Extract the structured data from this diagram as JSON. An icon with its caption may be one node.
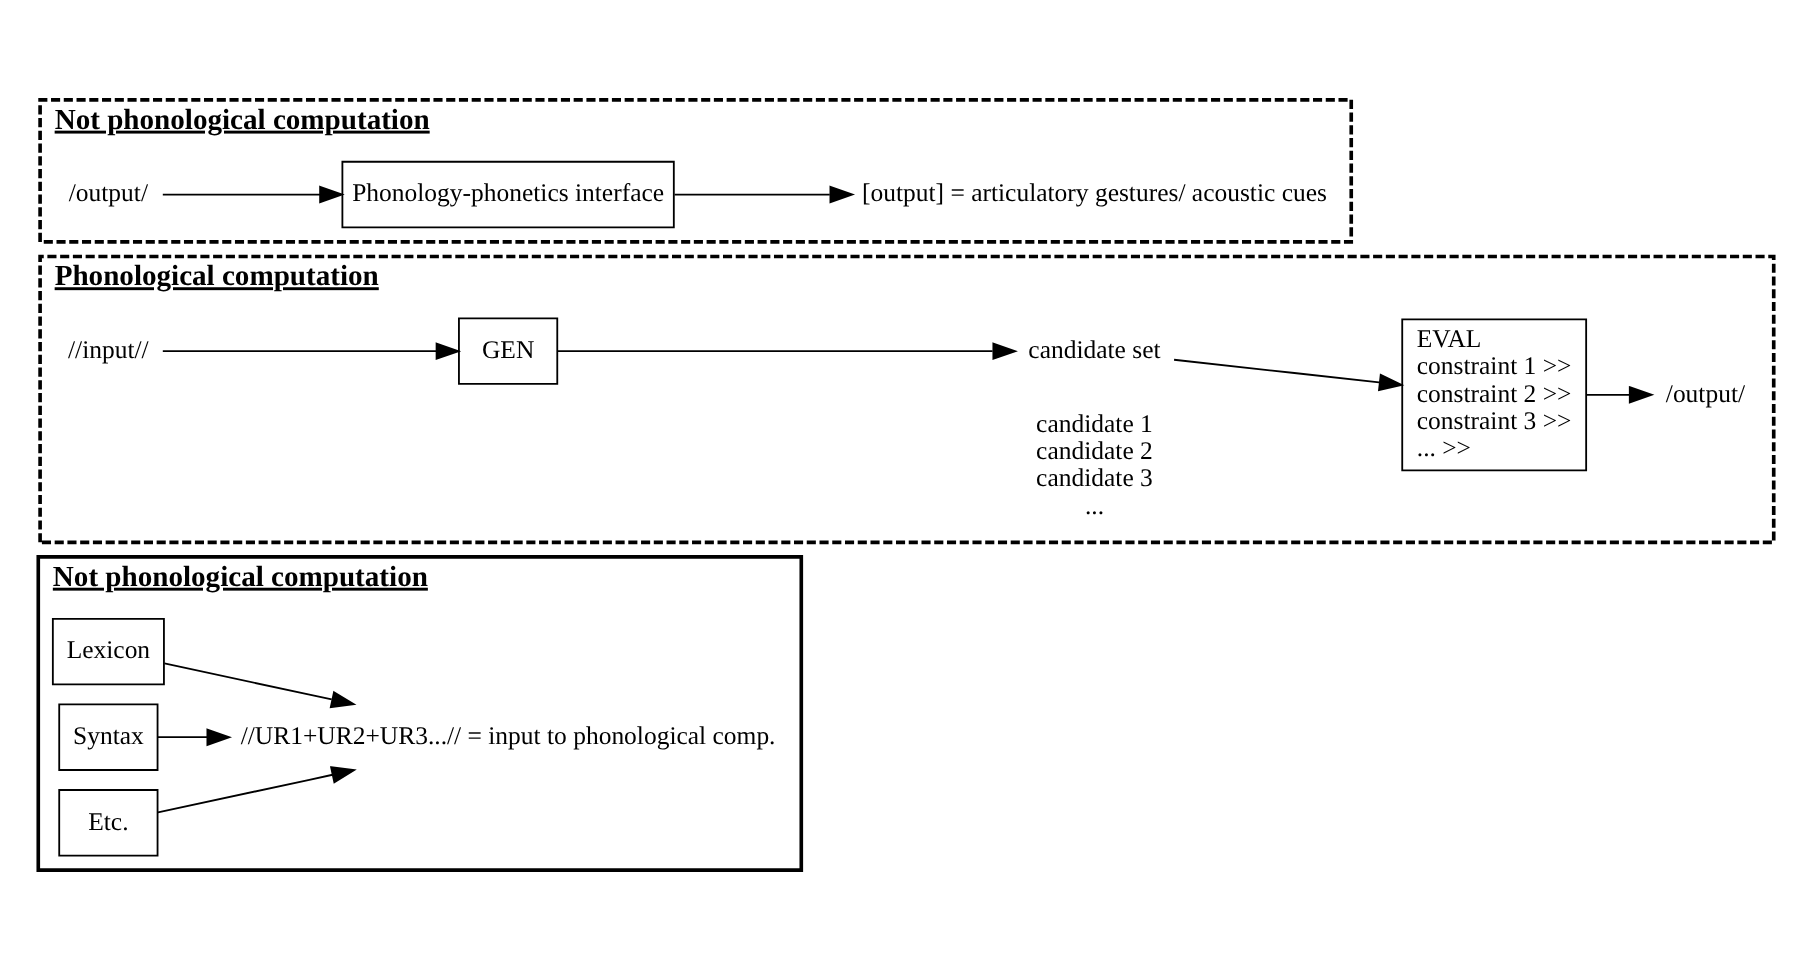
{
  "diagram": {
    "nodes": [
      {
        "text": [
          "Not phonological computation"
        ]
      },
      {
        "text": [
          "Lexicon"
        ],
        "in": 0
      },
      {
        "text": [
          "Syntax"
        ],
        "in": 0
      },
      {
        "text": [
          "Etc."
        ],
        "in": 0
      },
      {
        "text": [
          "//UR1+UR2+UR3...// = input to phonological comp."
        ],
        "in": 0
      },
      {
        "text": [
          "Phonological computation"
        ]
      },
      {
        "text": [
          "//input//"
        ],
        "in": 5
      },
      {
        "text": [
          "GEN"
        ],
        "in": 5
      },
      {
        "text": [
          "candidate set"
        ],
        "in": 5
      },
      {
        "text": [
          "EVAL",
          "constraint 1 >>",
          "constraint 2 >>",
          "constraint 3 >>",
          "... >>"
        ],
        "in": 5
      },
      {
        "text": [
          "/output/"
        ],
        "in": 5
      },
      {
        "text": [
          "Not phonological computation"
        ]
      },
      {
        "text": [
          "/output/"
        ],
        "in": 11
      },
      {
        "text": [
          "Phonology-phonetics interface"
        ],
        "in": 11
      },
      {
        "text": [
          "[output] = articulatory gestures/ acoustic cues"
        ],
        "in": 11
      }
    ],
    "edges": [
      {
        "from": 1,
        "to": 4,
        "arrow": "to"
      },
      {
        "from": 2,
        "to": 4,
        "arrow": "to"
      },
      {
        "from": 3,
        "to": 4,
        "arrow": "to"
      },
      {
        "from": 6,
        "to": 7,
        "arrow": "to"
      },
      {
        "from": 7,
        "to": 8,
        "arrow": "to"
      },
      {
        "from": 8,
        "to": 9,
        "arrow": "to"
      },
      {
        "from": 9,
        "to": 10,
        "arrow": "to"
      },
      {
        "from": 12,
        "to": 13,
        "arrow": "to"
      },
      {
        "from": 13,
        "to": 14,
        "arrow": "to"
      }
    ],
    "labels": [
      "candidate 1",
      "candidate 2",
      "candidate 3",
      "..."
    ]
  }
}
